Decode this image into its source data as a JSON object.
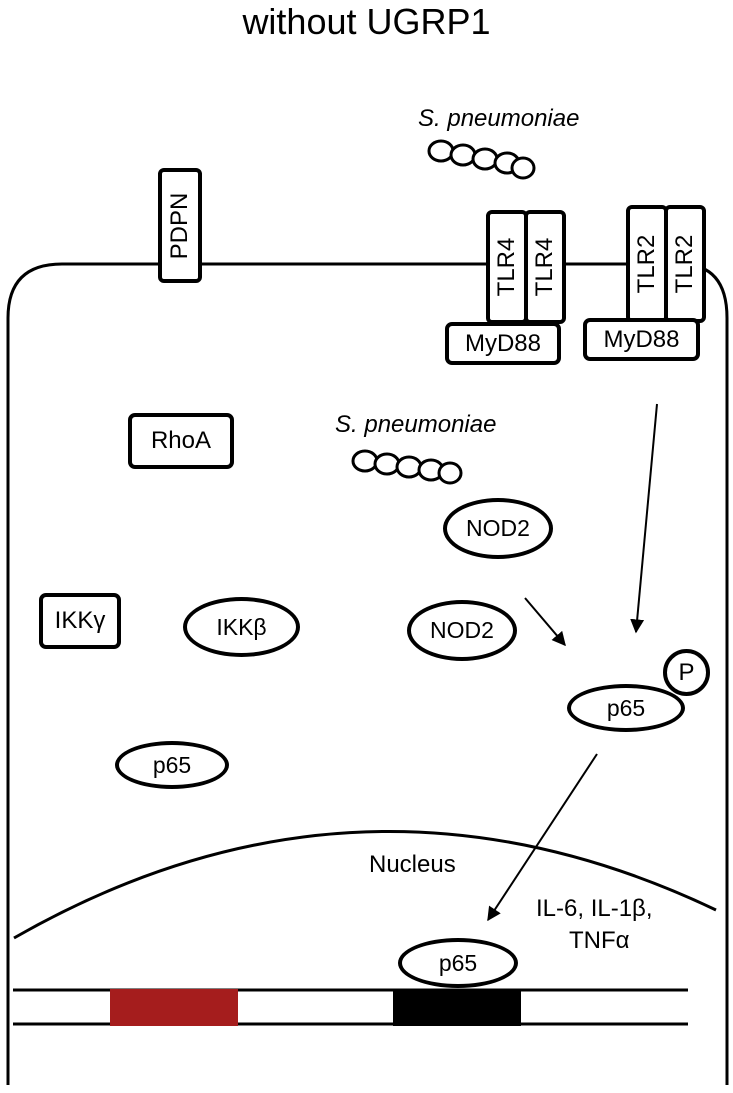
{
  "title": "without UGRP1",
  "bacteria_label": "S. pneumoniae",
  "proteins": {
    "pdpn": "PDPN",
    "tlr4": "TLR4",
    "tlr2": "TLR2",
    "myd88": "MyD88",
    "rhoa": "RhoA",
    "nod2": "NOD2",
    "ikk_gamma": "IKKγ",
    "ikk_beta": "IKKβ",
    "p65": "p65",
    "phospho": "P"
  },
  "nucleus_label": "Nucleus",
  "cytokines": {
    "line1": "IL-6, IL-1β,",
    "line2": "TNFα"
  },
  "colors": {
    "dna_red_segment": "#a51d1d",
    "dna_black_segment": "#000000"
  }
}
